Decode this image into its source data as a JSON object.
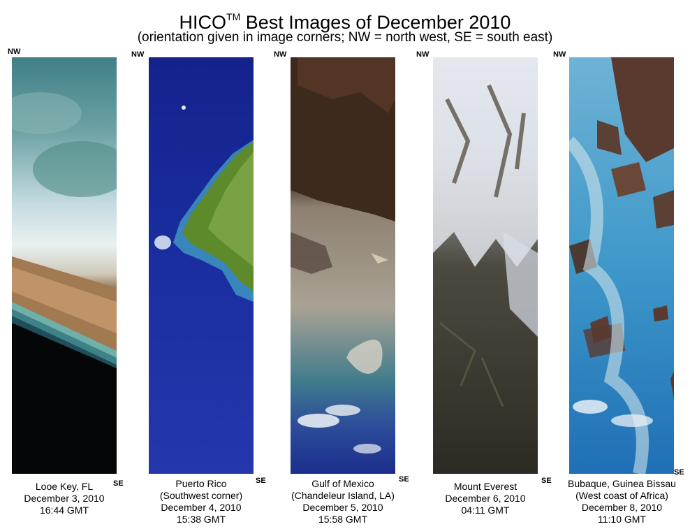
{
  "header": {
    "title_main": "HICO",
    "title_sup": "TM",
    "title_rest": " Best Images of December 2010",
    "subtitle": "(orientation given in image corners; NW = north west, SE = south east)"
  },
  "corners": {
    "nw": "NW",
    "se": "SE"
  },
  "images": [
    {
      "place": "Looe Key, FL",
      "detail": "",
      "date": "December 3, 2010",
      "time": "16:44 GMT"
    },
    {
      "place": "Puerto Rico",
      "detail": "(Southwest corner)",
      "date": "December 4, 2010",
      "time": "15:38 GMT"
    },
    {
      "place": "Gulf of Mexico",
      "detail": "(Chandeleur Island, LA)",
      "date": "December 5, 2010",
      "time": "15:58 GMT"
    },
    {
      "place": "Mount Everest",
      "detail": "",
      "date": "December 6, 2010",
      "time": "04:11 GMT"
    },
    {
      "place": "Bubaque, Guinea Bissau",
      "detail": "(West coast of Africa)",
      "date": "December 8, 2010",
      "time": "11:10 GMT"
    }
  ]
}
